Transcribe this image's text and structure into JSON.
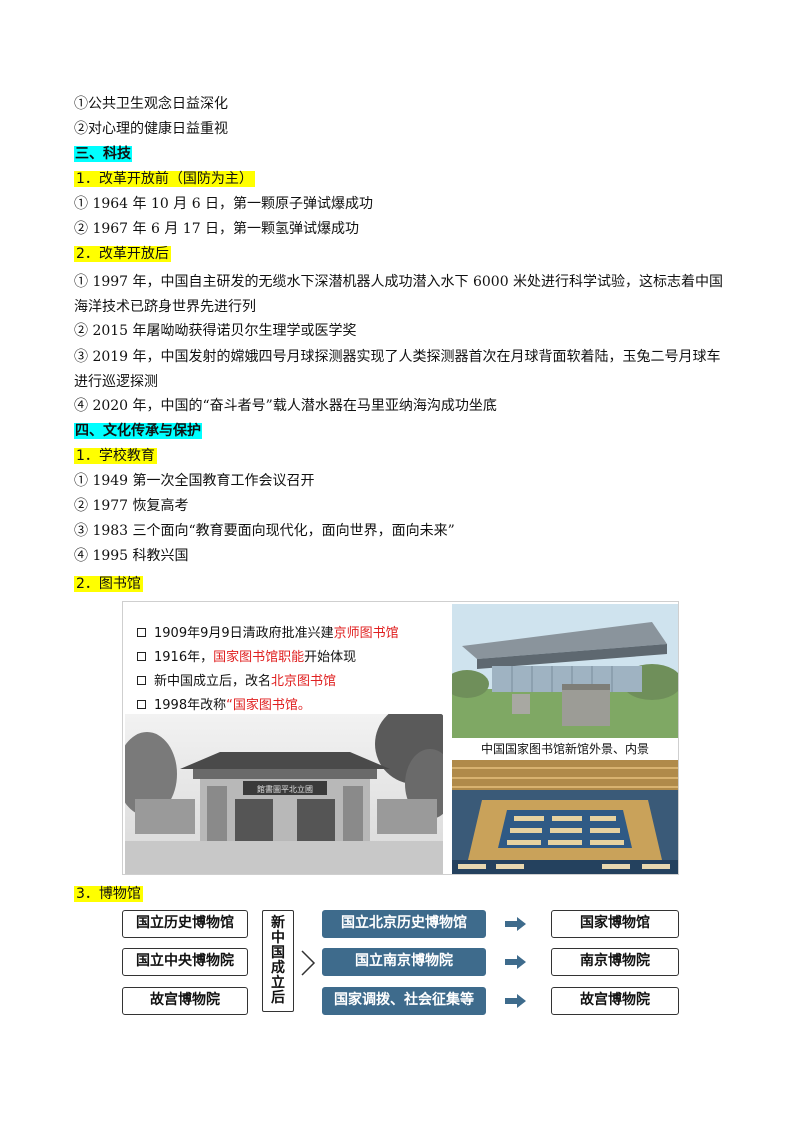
{
  "health": {
    "items": [
      "①公共卫生观念日益深化",
      "②对心理的健康日益重视"
    ]
  },
  "tech": {
    "heading": "三、科技",
    "sub1": "1．改革开放前（国防为主）",
    "sub1_items": [
      "① 1964 年 10 月 6 日，第一颗原子弹试爆成功",
      "② 1967 年 6 月 17 日，第一颗氢弹试爆成功"
    ],
    "sub2": "2．改革开放后",
    "sub2_items": [
      "① 1997 年，中国自主研发的无缆水下深潜机器人成功潜入水下 6000 米处进行科学试验，这标志着中国海洋技术已跻身世界先进行列",
      "② 2015 年屠呦呦获得诺贝尔生理学或医学奖",
      "③ 2019 年，中国发射的嫦娥四号月球探测器实现了人类探测器首次在月球背面软着陆，玉兔二号月球车进行巡逻探测",
      "④ 2020 年，中国的“奋斗者号”载人潜水器在马里亚纳海沟成功坐底"
    ]
  },
  "culture": {
    "heading": "四、文化传承与保护",
    "sub1": "1．学校教育",
    "sub1_items": [
      "① 1949 第一次全国教育工作会议召开",
      "② 1977 恢复高考",
      "③ 1983 三个面向“教育要面向现代化，面向世界，面向未来”",
      "④ 1995 科教兴国"
    ],
    "sub2": "2．图书馆",
    "sub3": "3．博物馆"
  },
  "library": {
    "items": [
      {
        "pre": "1909年9月9日清政府批准兴建",
        "red": "京师图书馆",
        "post": ""
      },
      {
        "pre": "1916年，",
        "red": "国家图书馆职能",
        "post": "开始体现"
      },
      {
        "pre": "新中国成立后，改名",
        "red": "北京图书馆",
        "post": ""
      },
      {
        "pre": "1998年改称",
        "red": "“国家图书馆。",
        "post": ""
      }
    ],
    "gate_sign": "館書圖平北立國",
    "caption": "中国国家图书馆新馆外景、内景"
  },
  "museum": {
    "left": [
      "国立历史博物馆",
      "国立中央博物院",
      "故宫博物院"
    ],
    "middle_label": [
      "新",
      "中",
      "国",
      "成",
      "立",
      "后"
    ],
    "process": [
      "国立北京历史博物馆",
      "国立南京博物院",
      "国家调拨、社会征集等"
    ],
    "result": [
      "国家博物馆",
      "南京博物院",
      "故宫博物院"
    ],
    "colors": {
      "process_fill": "#3e6b8c",
      "arrow": "#3e6b8c"
    }
  }
}
